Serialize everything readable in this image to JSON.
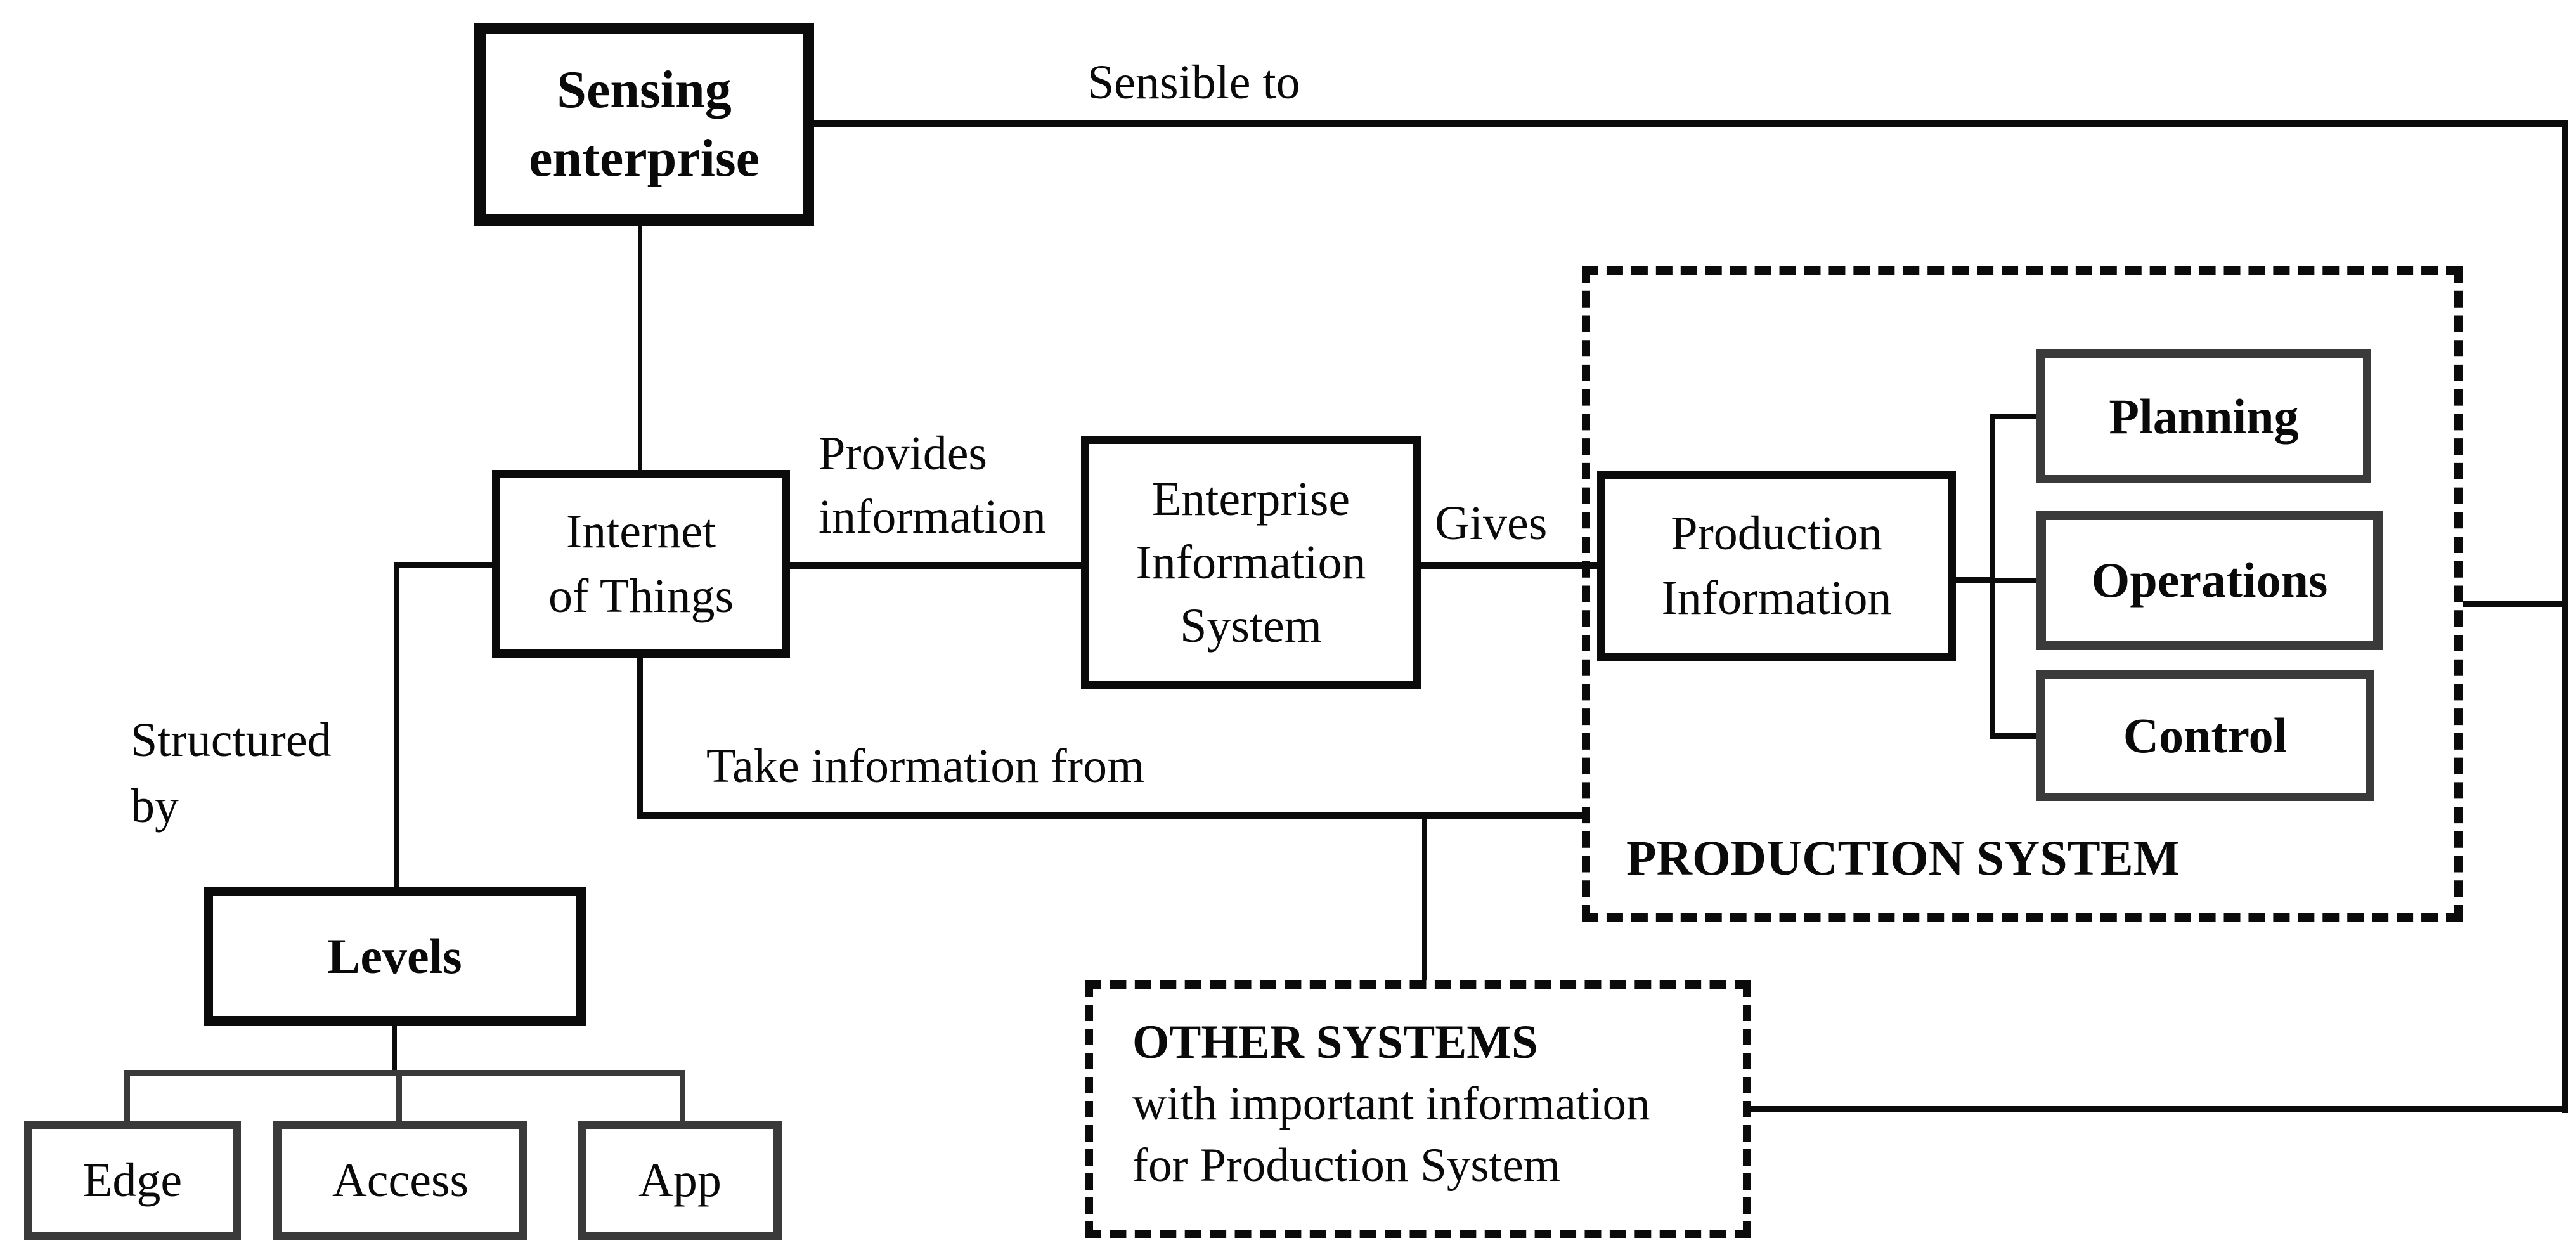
{
  "boxes": {
    "sensing_enterprise": "Sensing\nenterprise",
    "internet_of_things": "Internet\nof Things",
    "enterprise_information_system": "Enterprise\nInformation\nSystem",
    "production_information": "Production\nInformation",
    "planning": "Planning",
    "operations": "Operations",
    "control": "Control",
    "levels": "Levels",
    "edge": "Edge",
    "access": "Access",
    "app": "App"
  },
  "containers": {
    "production_system_label": "PRODUCTION SYSTEM",
    "other_systems": {
      "title": "OTHER SYSTEMS",
      "line2": "with important information",
      "line3": "for Production System"
    }
  },
  "edge_labels": {
    "sensible_to": "Sensible to",
    "provides_information": "Provides\ninformation",
    "gives": "Gives",
    "structured_by": "Structured\nby",
    "take_information_from": "Take information from"
  },
  "colors": {
    "background": "#ffffff",
    "line": "#0b0b0b",
    "main_box_border": "#0b0b0b",
    "sub_box_border": "#3a3a3a",
    "text": "#0a0a0a"
  }
}
